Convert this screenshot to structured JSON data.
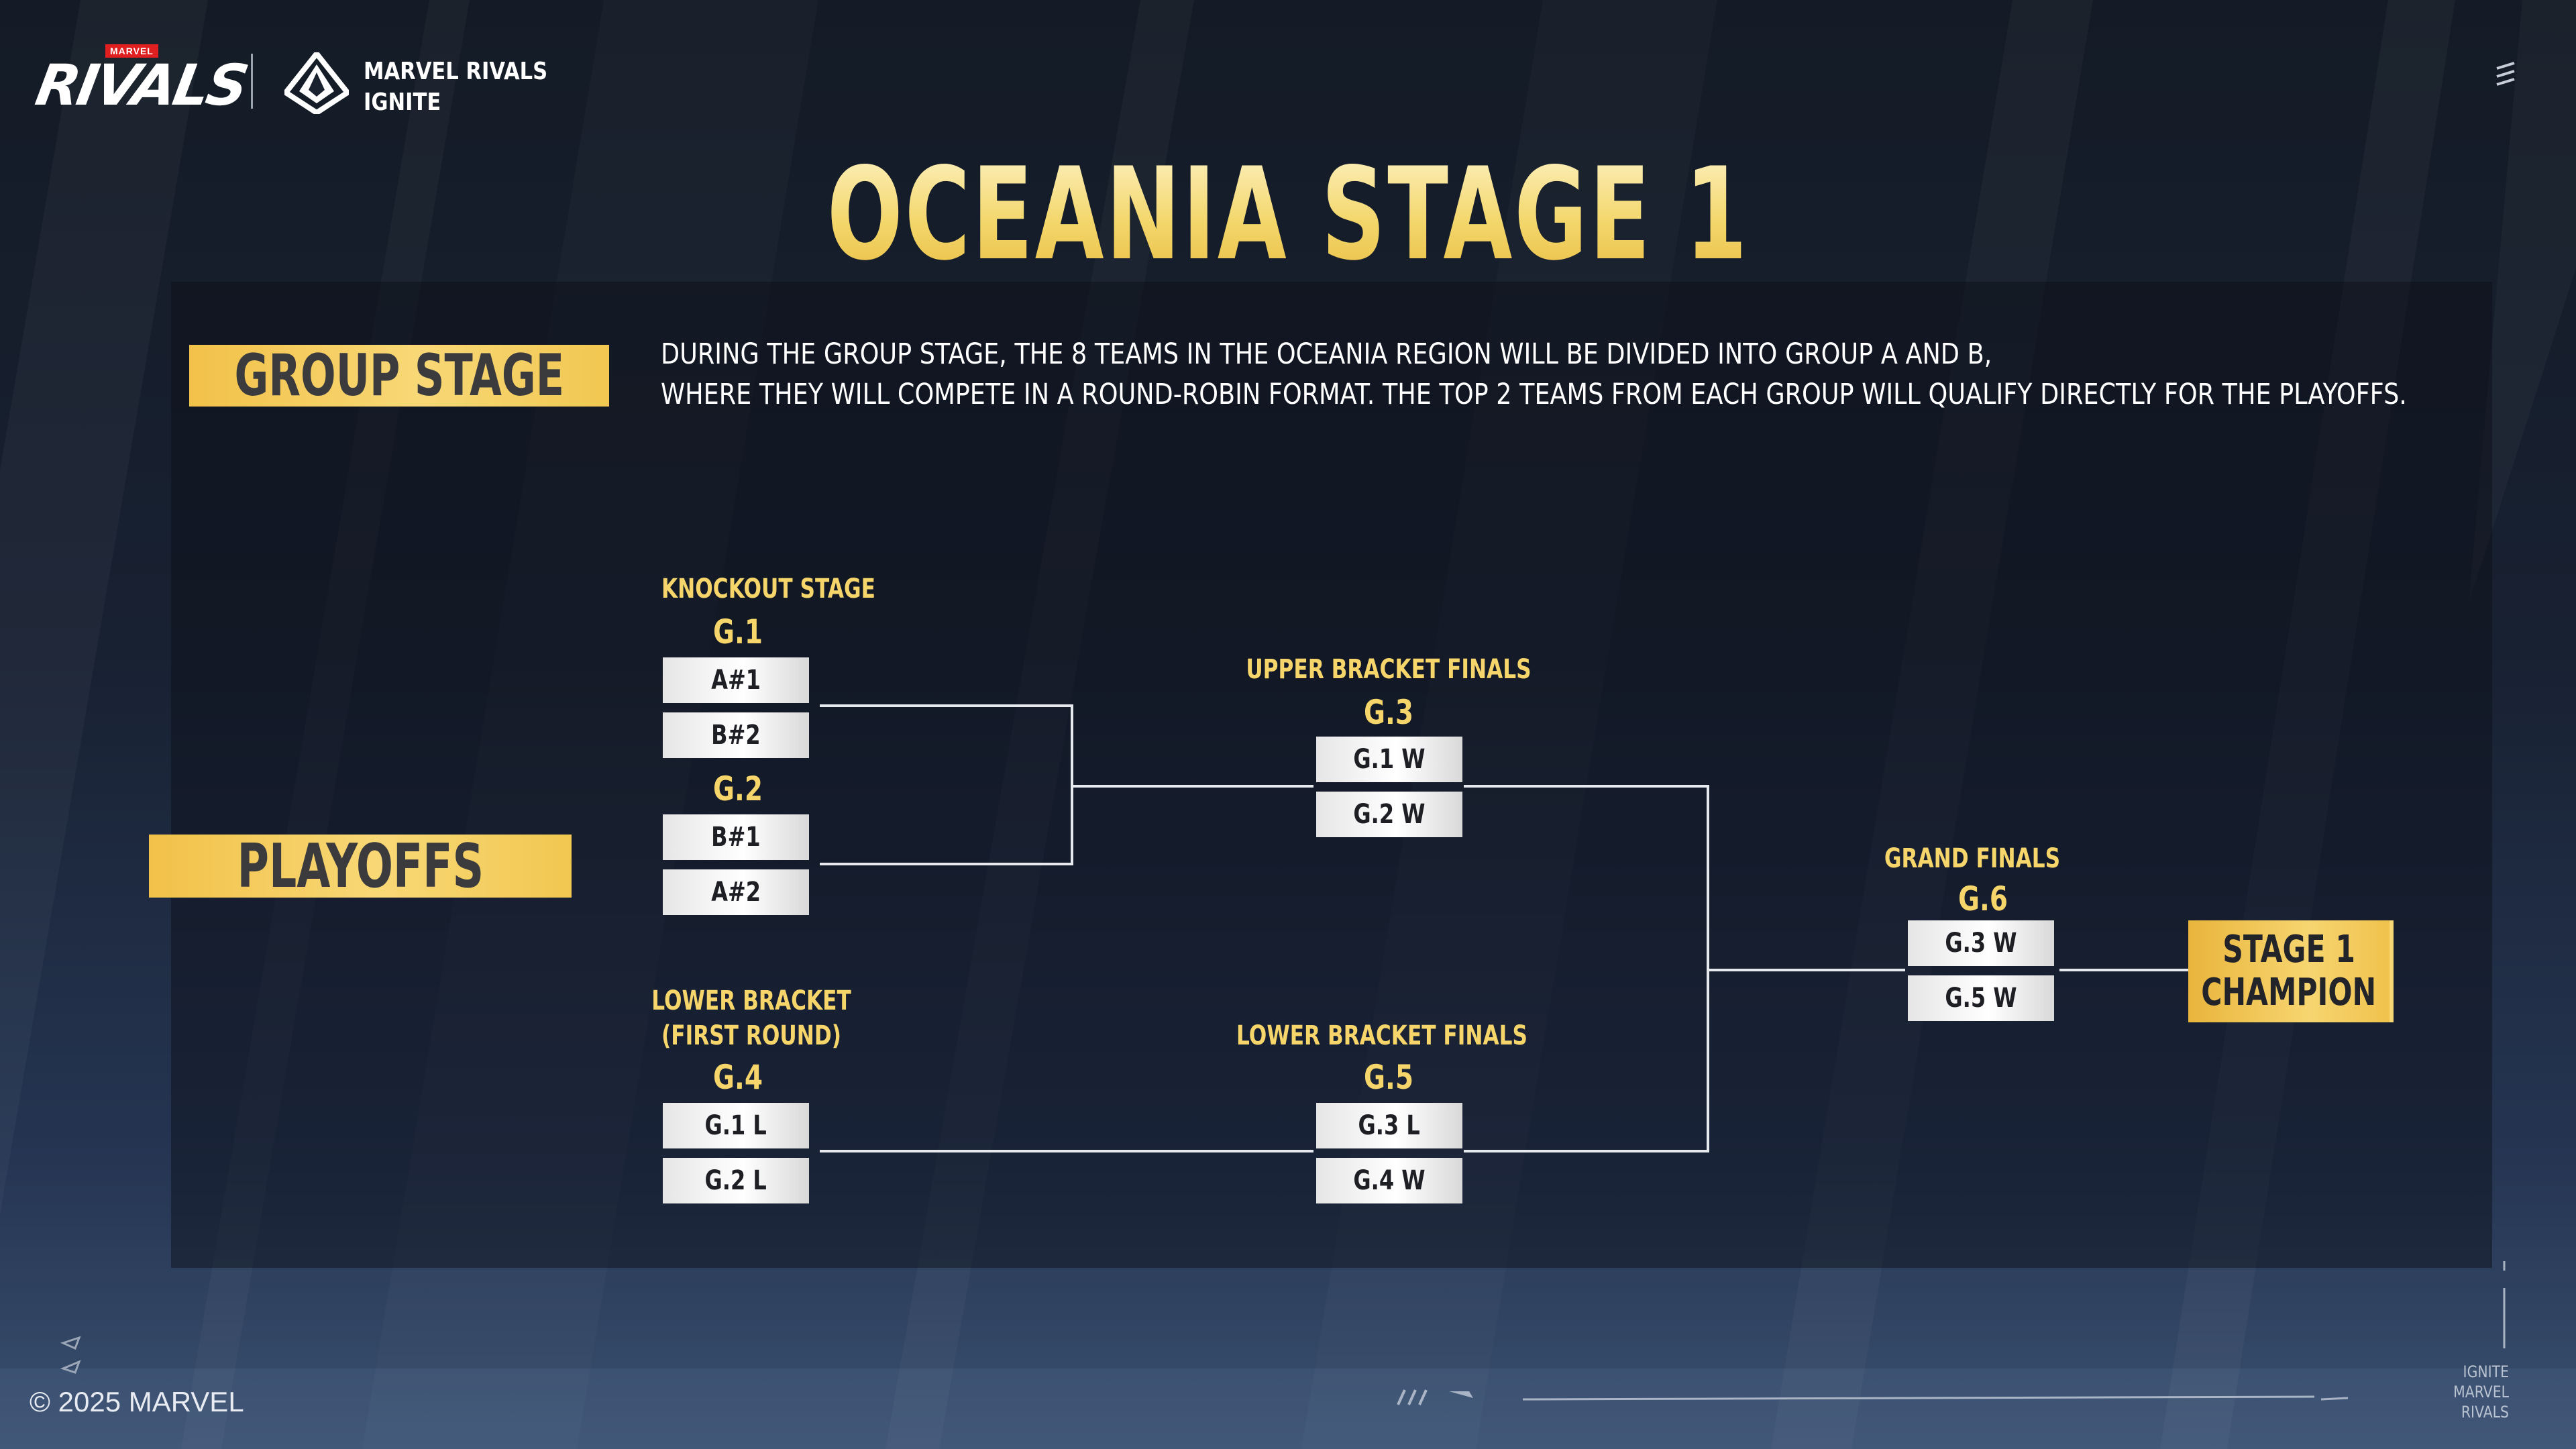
{
  "header": {
    "marvel_tag": "MARVEL",
    "rivals_wordmark": "RIVALS",
    "ignite_line1": "MARVEL RIVALS",
    "ignite_line2": "IGNITE"
  },
  "title": "OCEANIA STAGE 1",
  "group_stage": {
    "banner": "GROUP STAGE",
    "description_line1": "DURING THE GROUP STAGE, THE 8 TEAMS IN THE OCEANIA REGION WILL BE DIVIDED INTO GROUP A AND B,",
    "description_line2": "WHERE THEY WILL COMPETE IN A ROUND-ROBIN FORMAT. THE TOP 2 TEAMS FROM EACH GROUP WILL QUALIFY DIRECTLY FOR THE PLAYOFFS."
  },
  "playoffs": {
    "banner": "PLAYOFFS",
    "knockout_label": "KNOCKOUT STAGE",
    "g1": {
      "label": "G.1",
      "slots": [
        "A#1",
        "B#2"
      ]
    },
    "g2": {
      "label": "G.2",
      "slots": [
        "B#1",
        "A#2"
      ]
    },
    "upper_finals_label": "UPPER BRACKET FINALS",
    "g3": {
      "label": "G.3",
      "slots": [
        "G.1 W",
        "G.2 W"
      ]
    },
    "lower_first_label_line1": "LOWER BRACKET",
    "lower_first_label_line2": "(FIRST ROUND)",
    "g4": {
      "label": "G.4",
      "slots": [
        "G.1 L",
        "G.2 L"
      ]
    },
    "lower_finals_label": "LOWER BRACKET FINALS",
    "g5": {
      "label": "G.5",
      "slots": [
        "G.3 L",
        "G.4 W"
      ]
    },
    "grand_finals_label": "GRAND FINALS",
    "g6": {
      "label": "G.6",
      "slots": [
        "G.3 W",
        "G.5 W"
      ]
    },
    "champion_line1": "STAGE 1",
    "champion_line2": "CHAMPION"
  },
  "footer": {
    "copyright": "© 2025 MARVEL",
    "brand_line1": "IGNITE",
    "brand_line2": "MARVEL RIVALS"
  }
}
